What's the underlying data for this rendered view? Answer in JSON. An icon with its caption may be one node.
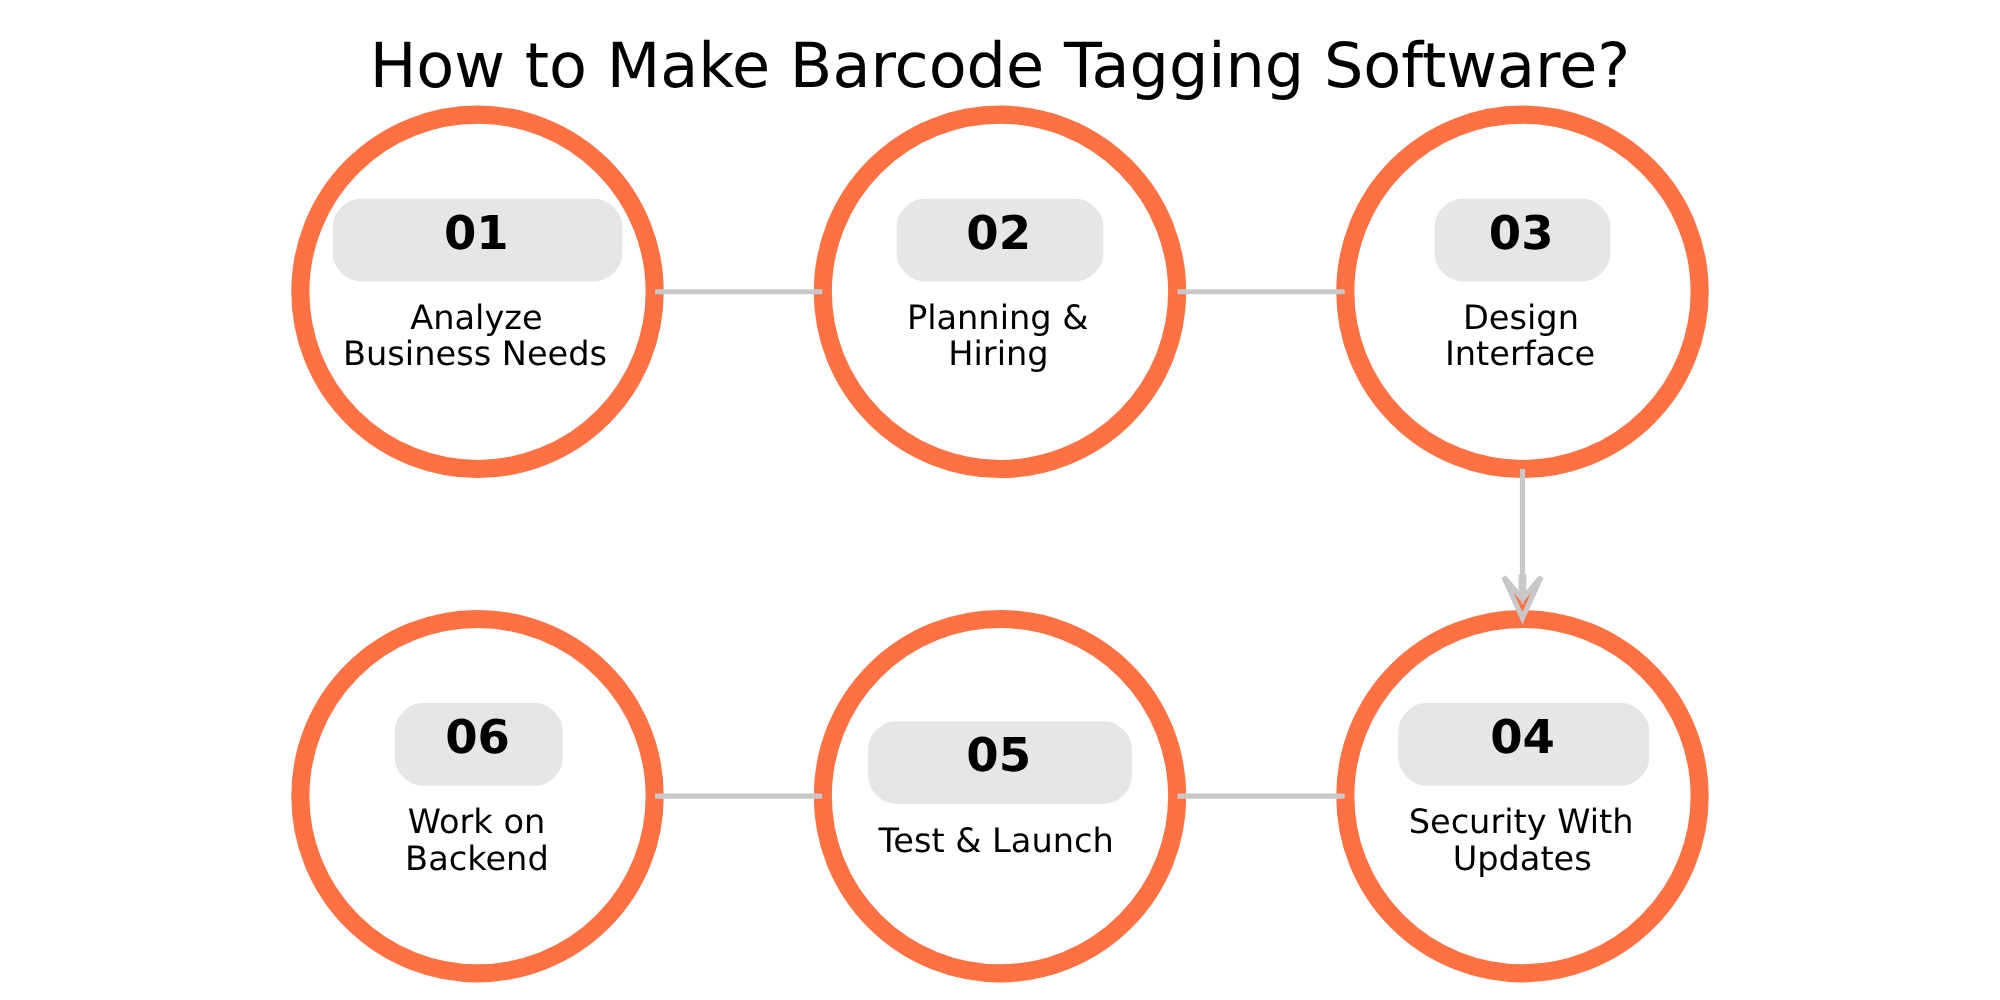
{
  "diagram": {
    "title": "How to Make Barcode Tagging Software?",
    "nodes": [
      {
        "text": [
          "01",
          "Analyze Business Needs"
        ]
      },
      {
        "text": [
          "02",
          "Planning & Hiring"
        ]
      },
      {
        "text": [
          "03",
          "Design Interface"
        ]
      },
      {
        "text": [
          "06",
          "Work on Backend"
        ]
      },
      {
        "text": [
          "05",
          "Test & Launch"
        ]
      },
      {
        "text": [
          "04",
          "Security With Updates"
        ]
      }
    ],
    "edges": [
      {
        "from": 0,
        "to": 1,
        "arrow": "none"
      },
      {
        "from": 1,
        "to": 2,
        "arrow": "none"
      },
      {
        "from": 2,
        "to": 5,
        "arrow": "to"
      },
      {
        "from": 3,
        "to": 4,
        "arrow": "none"
      },
      {
        "from": 4,
        "to": 5,
        "arrow": "none"
      }
    ]
  }
}
